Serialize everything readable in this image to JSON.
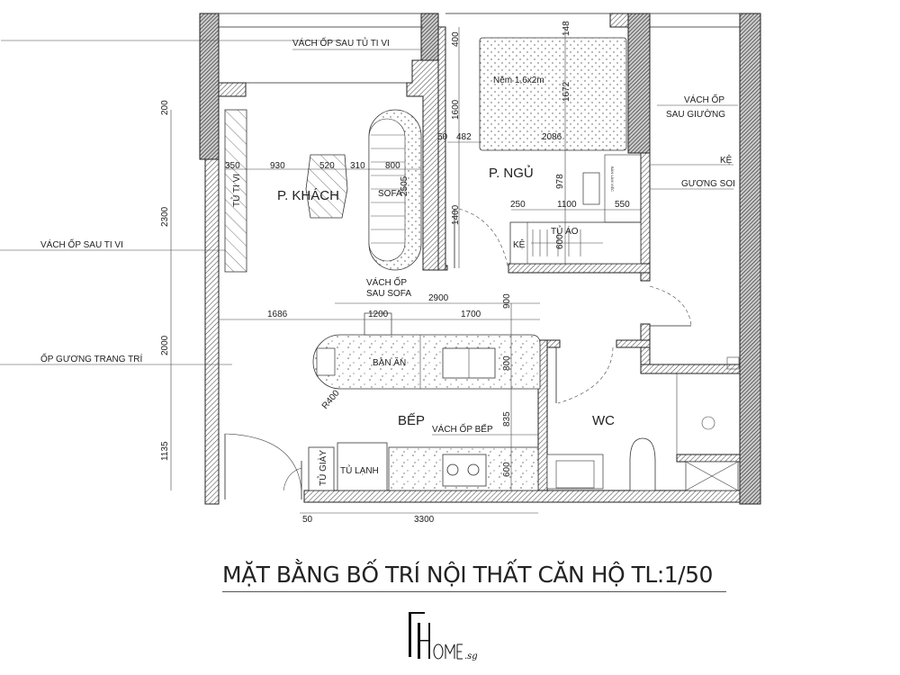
{
  "title": "MẶT BẰNG BỐ TRÍ NỘI THẤT CĂN HỘ TL:1/50",
  "logo_text": "FHOME.sg",
  "rooms": {
    "living": "P. KHÁCH",
    "bedroom": "P. NGỦ",
    "kitchen": "BẾP",
    "wc": "WC"
  },
  "labels": {
    "tv_back_panel_top": "VÁCH ỐP SAU TỦ TI VI",
    "tv_cabinet": "TỦ TI VI",
    "sofa": "SOFA",
    "mattress": "Nệm 1,6x2m",
    "bed_panel_1": "VÁCH ỐP",
    "bed_panel_2": "SAU GIƯỜNG",
    "shelf_right": "KỆ",
    "mirror": "GƯƠNG SOI",
    "wardrobe": "TỦ ÁO",
    "shelf_wardrobe": "KỆ",
    "desk": "BÀN LÀM VIỆC",
    "tv_back_panel_left": "VÁCH ỐP SAU TI VI",
    "sofa_panel_1": "VÁCH ỐP",
    "sofa_panel_2": "SAU SOFA",
    "deco_mirror": "ỐP GƯƠNG TRANG TRÍ",
    "dining_table": "BÀN ĂN",
    "radius": "R400",
    "kitchen_panel": "VÁCH ỐP BẾP",
    "shoe_cabinet": "TỦ GIÀY",
    "fridge": "TỦ LẠNH"
  },
  "dimensions": {
    "d200": "200",
    "d2300": "2300",
    "d2000": "2000",
    "d1135": "1135",
    "d350": "350",
    "d930": "930",
    "d520": "520",
    "d310": "310",
    "d800a": "800",
    "d2505": "2505",
    "d400": "400",
    "d1600": "1600",
    "d1400": "1400",
    "d50a": "50",
    "d482": "482",
    "d148": "148",
    "d1672": "1672",
    "d2086": "2086",
    "d978": "978",
    "d250": "250",
    "d1100": "1100",
    "d550": "550",
    "d600a": "600",
    "d1686": "1686",
    "d1200": "1200",
    "d1700": "1700",
    "d2900": "2900",
    "d900": "900",
    "d800b": "800",
    "d835": "835",
    "d600b": "600",
    "d50b": "50",
    "d3300": "3300"
  },
  "colors": {
    "line": "#222222",
    "background": "#ffffff"
  }
}
